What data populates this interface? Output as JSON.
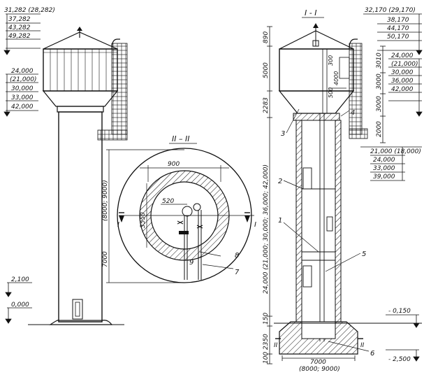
{
  "left_view": {
    "top_levels": [
      "31,282 (28,282)",
      "37,282",
      "43,282",
      "49,282"
    ],
    "tank_levels": [
      "24,000",
      "(21,000)",
      "30,000",
      "33,000",
      "42,000"
    ],
    "ground_levels": [
      "2,100",
      "0,000"
    ]
  },
  "plan_view": {
    "section_title": "II – II",
    "dims": {
      "inner_width": "900",
      "pipe_dist": "520",
      "shaft": "3550",
      "outer": "7000",
      "outer_alt": "(8000; 9000)"
    },
    "section_marks": [
      "I",
      "I"
    ],
    "callouts": [
      "9",
      "8",
      "7"
    ]
  },
  "section_view": {
    "section_title": "I - I",
    "top_levels": [
      "32,170 (29,170)",
      "38,170",
      "44,170",
      "50,170"
    ],
    "tank_levels": [
      "24,000",
      "(21,000)",
      "30,000",
      "36,000",
      "42,000"
    ],
    "shaft_levels": [
      "21,000 (18,000)",
      "24,000",
      "33,000",
      "39,000"
    ],
    "ground_levels": [
      "- 0,150",
      "- 2,500"
    ],
    "left_dims": [
      "890",
      "5000",
      "2283",
      "24,000 (21,000; 30,000; 36,000; 42,000)",
      "150",
      "2350",
      "100"
    ],
    "right_dims": [
      "3010",
      "3000",
      "3000",
      "2000"
    ],
    "inner_dims": [
      "300",
      "4000",
      "500"
    ],
    "base_width": "7000",
    "base_width_alt": "(8000; 9000)",
    "callouts": [
      "3",
      "4",
      "2",
      "1",
      "5",
      "6"
    ],
    "section_marks": [
      "II",
      "II"
    ]
  }
}
